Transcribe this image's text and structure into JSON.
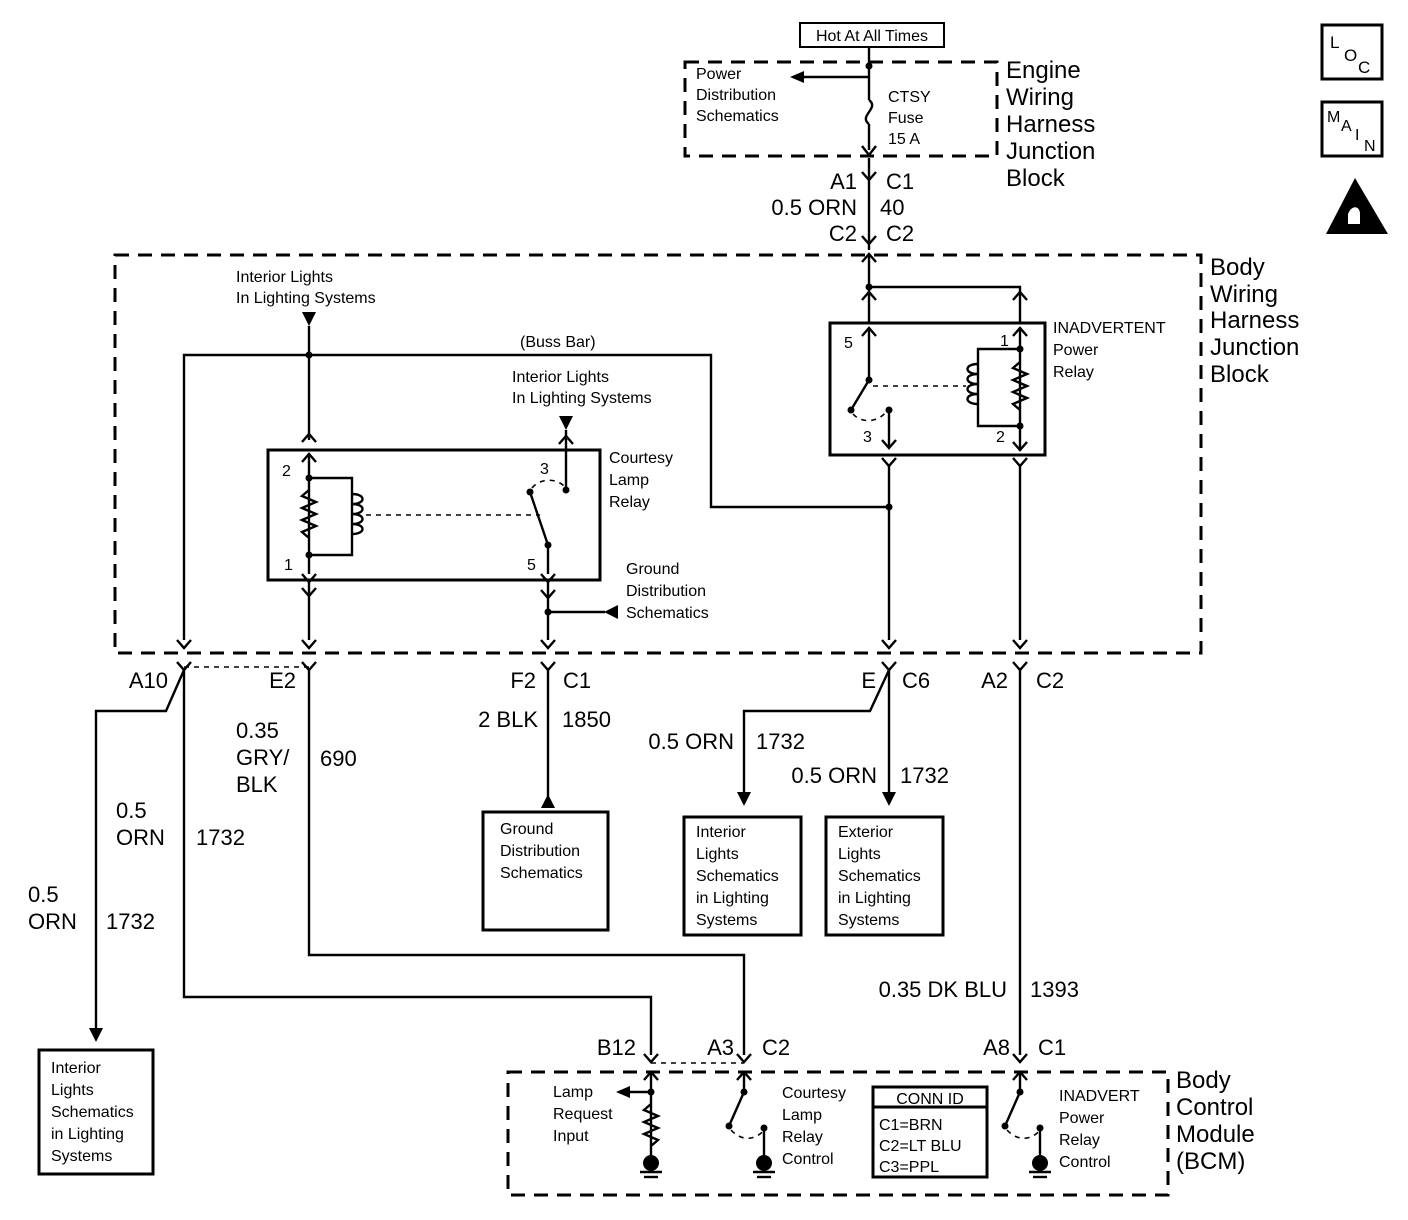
{
  "header": {
    "hot_label": "Hot At All Times"
  },
  "engine_block": {
    "title_lines": [
      "Engine",
      "Wiring",
      "Harness",
      "Junction",
      "Block"
    ],
    "pds_lines": [
      "Power",
      "Distribution",
      "Schematics"
    ],
    "fuse_lines": [
      "CTSY",
      "Fuse",
      "15 A"
    ],
    "conn_left": "A1",
    "conn_right": "C1",
    "wire_size": "0.5 ORN",
    "wire_circuit": "40",
    "conn_bottom_left": "C2",
    "conn_bottom_right": "C2"
  },
  "icons": {
    "loc": {
      "letters": [
        "L",
        "O",
        "C"
      ]
    },
    "main": {
      "letters": [
        "M",
        "A",
        "I",
        "N"
      ]
    },
    "esd": "esd-warning-icon"
  },
  "body_block": {
    "title_lines": [
      "Body",
      "Wiring",
      "Harness",
      "Junction",
      "Block"
    ],
    "interior_top_lines": [
      "Interior Lights",
      "In Lighting Systems"
    ],
    "interior_mid_lines": [
      "Interior Lights",
      "In Lighting Systems"
    ],
    "buss_bar": "(Buss Bar)",
    "courtesy_relay": {
      "label_lines": [
        "Courtesy",
        "Lamp",
        "Relay"
      ],
      "pins": [
        "2",
        "1",
        "3",
        "5"
      ]
    },
    "power_relay": {
      "label_lines": [
        "INADVERTENT",
        "Power",
        "Relay"
      ],
      "pins": [
        "5",
        "1",
        "3",
        "2"
      ]
    },
    "ground_lines": [
      "Ground",
      "Distribution",
      "Schematics"
    ]
  },
  "connectors": {
    "a10": "A10",
    "e2": "E2",
    "f2": "F2",
    "f2_c": "C1",
    "e": "E",
    "e_c": "C6",
    "a2": "A2",
    "a2_c": "C2"
  },
  "wires": {
    "gry_blk_lines": [
      "0.35",
      "GRY/",
      "BLK"
    ],
    "gry_blk_circuit": "690",
    "blk_size": "2 BLK",
    "blk_circuit": "1850",
    "orn1_size": "0.5 ORN",
    "orn1_circuit": "1732",
    "orn2_size": "0.5 ORN",
    "orn2_circuit": "1732",
    "orn3_lines": [
      "0.5",
      "ORN"
    ],
    "orn3_circuit": "1732",
    "orn4_lines": [
      "0.5",
      "ORN"
    ],
    "orn4_circuit": "1732",
    "dkblu_size": "0.35 DK BLU",
    "dkblu_circuit": "1393"
  },
  "dest_boxes": {
    "ground": [
      "Ground",
      "Distribution",
      "Schematics"
    ],
    "interior": [
      "Interior",
      "Lights",
      "Schematics",
      "in Lighting",
      "Systems"
    ],
    "exterior": [
      "Exterior",
      "Lights",
      "Schematics",
      "in Lighting",
      "Systems"
    ],
    "interior_left": [
      "Interior",
      "Lights",
      "Schematics",
      "in Lighting",
      "Systems"
    ]
  },
  "bcm": {
    "title_lines": [
      "Body",
      "Control",
      "Module",
      "(BCM)"
    ],
    "b12": "B12",
    "a3": "A3",
    "a3_c": "C2",
    "a8": "A8",
    "a8_c": "C1",
    "lamp_request_lines": [
      "Lamp",
      "Request",
      "Input"
    ],
    "courtesy_control_lines": [
      "Courtesy",
      "Lamp",
      "Relay",
      "Control"
    ],
    "conn_id": {
      "title": "CONN ID",
      "rows": [
        "C1=BRN",
        "C2=LT BLU",
        "C3=PPL"
      ]
    },
    "inadvert_control_lines": [
      "INADVERT",
      "Power",
      "Relay",
      "Control"
    ]
  }
}
